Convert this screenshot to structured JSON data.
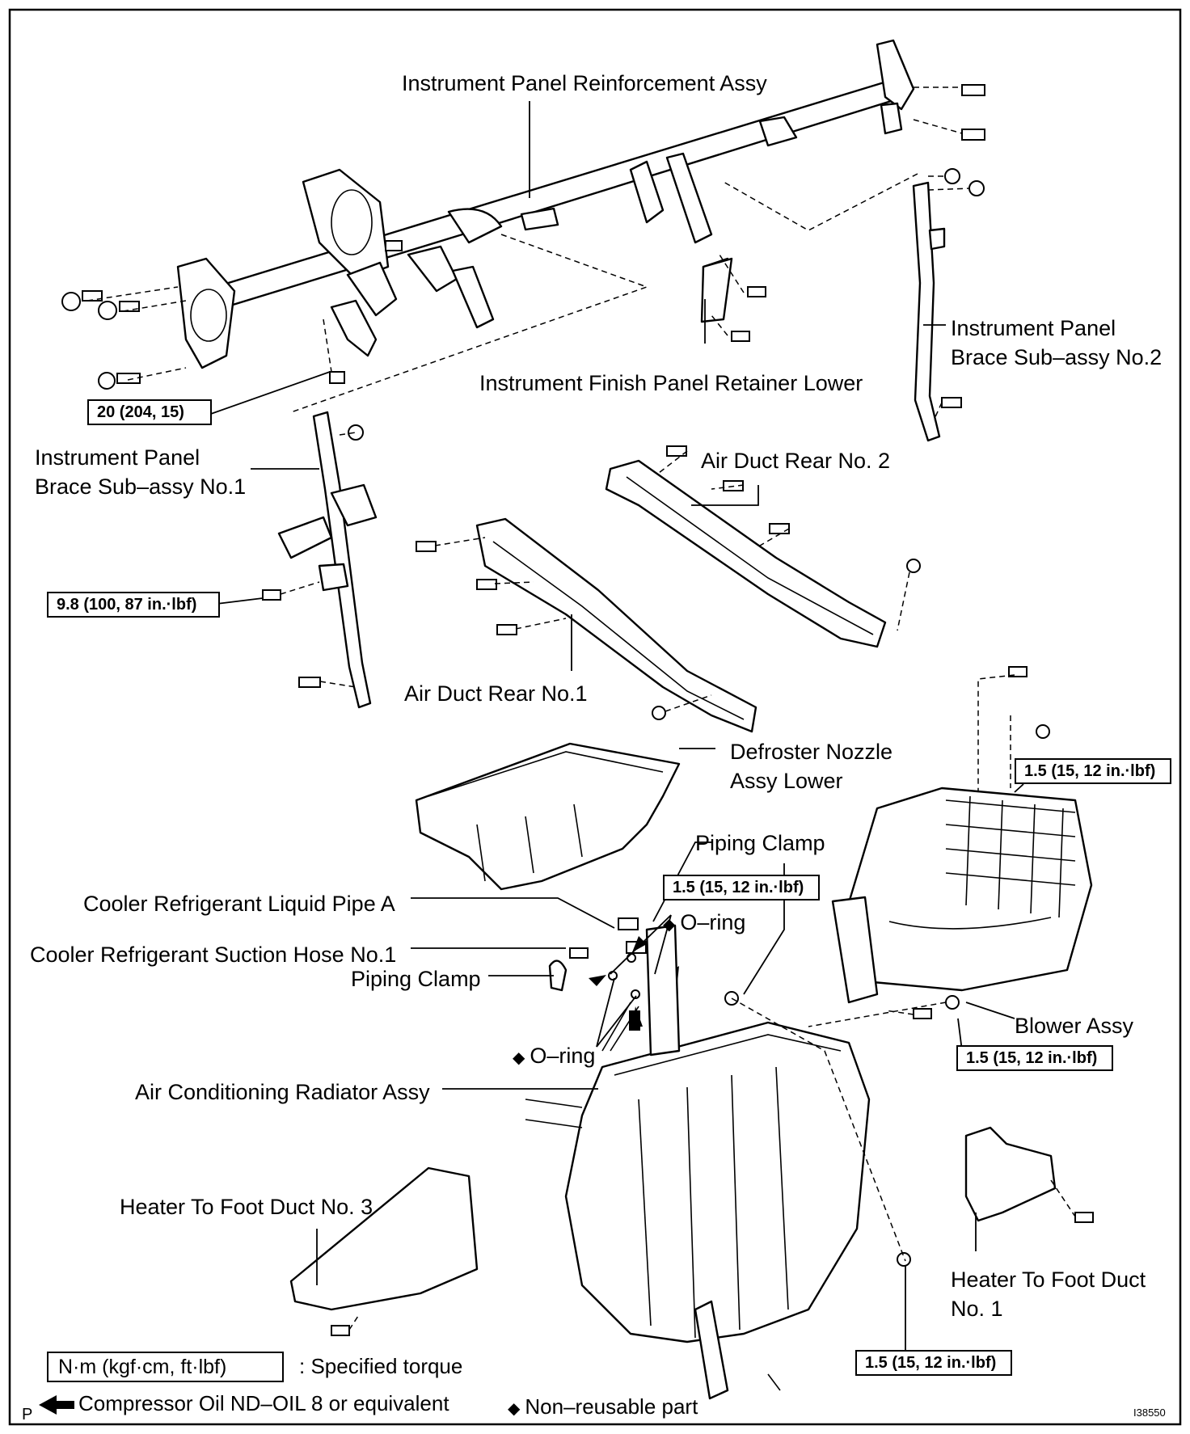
{
  "labels": {
    "ip_reinforcement": "Instrument Panel Reinforcement Assy",
    "finish_retainer": "Instrument Finish Panel Retainer Lower",
    "brace2_line1": "Instrument Panel",
    "brace2_line2": "Brace Sub–assy No.2",
    "brace1_line1": "Instrument Panel",
    "brace1_line2": "Brace Sub–assy No.1",
    "air_duct_rear2": "Air Duct Rear No. 2",
    "air_duct_rear1": "Air Duct Rear No.1",
    "defroster_line1": "Defroster Nozzle",
    "defroster_line2": "Assy Lower",
    "piping_clamp_top": "Piping Clamp",
    "oring_top": "O–ring",
    "liquid_pipe": "Cooler Refrigerant Liquid Pipe A",
    "suction_hose": "Cooler Refrigerant Suction Hose No.1",
    "piping_clamp_left": "Piping Clamp",
    "oring_bottom": "O–ring",
    "radiator": "Air Conditioning Radiator Assy",
    "blower": "Blower Assy",
    "foot_duct3": "Heater To Foot Duct No. 3",
    "foot_duct1_line1": "Heater To Foot Duct",
    "foot_duct1_line2": "No. 1"
  },
  "torques": {
    "t1": "20 (204, 15)",
    "t2": "9.8 (100, 87 in.·lbf)",
    "t3": "1.5 (15, 12 in.·lbf)",
    "t4": "1.5 (15, 12 in.·lbf)",
    "t5": "1.5 (15, 12 in.·lbf)",
    "t6": "1.5 (15, 12 in.·lbf)"
  },
  "legend": {
    "torque_unit": "N·m (kgf·cm, ft·lbf)",
    "torque_text": ": Specified torque",
    "oil_text": "Compressor Oil ND–OIL 8 or equivalent",
    "nonreusable_text": "Non–reusable part",
    "page_letter": "P",
    "figure_id": "I38550"
  },
  "symbols": {
    "diamond": "◆"
  }
}
